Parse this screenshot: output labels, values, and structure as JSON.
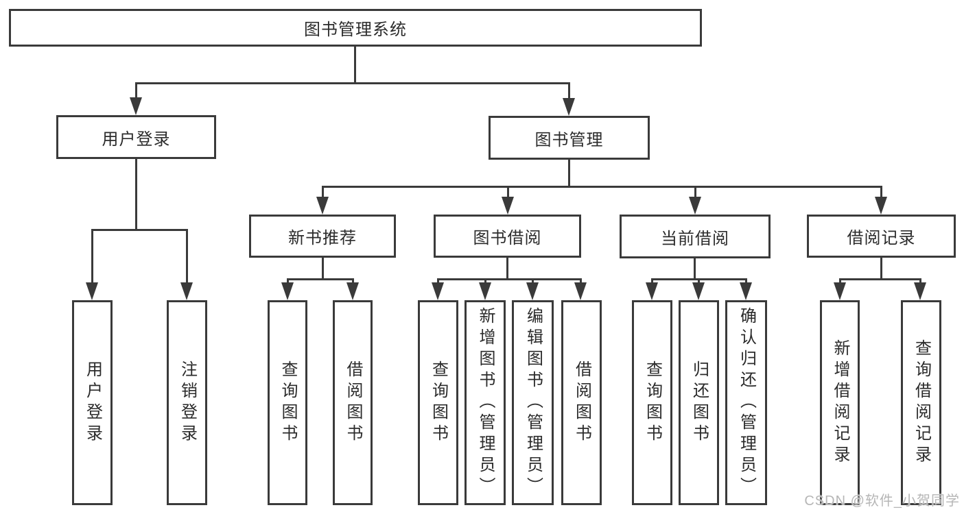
{
  "diagram": {
    "root": {
      "label": "图书管理系统"
    },
    "level2": [
      {
        "id": "user-login",
        "label": "用户登录"
      },
      {
        "id": "book-management",
        "label": "图书管理"
      }
    ],
    "level3": [
      {
        "id": "new-book-recommend",
        "label": "新书推荐"
      },
      {
        "id": "book-borrow",
        "label": "图书借阅"
      },
      {
        "id": "current-borrow",
        "label": "当前借阅"
      },
      {
        "id": "borrow-records",
        "label": "借阅记录"
      }
    ],
    "leaves": [
      {
        "id": "user-login-leaf",
        "label": "用户登录"
      },
      {
        "id": "logout-leaf",
        "label": "注销登录"
      },
      {
        "id": "recommend-query-books",
        "label": "查询图书"
      },
      {
        "id": "recommend-borrow-books",
        "label": "借阅图书"
      },
      {
        "id": "borrow-query-books",
        "label": "查询图书"
      },
      {
        "id": "borrow-add-books",
        "label": "新增图书（管理员）"
      },
      {
        "id": "borrow-edit-books",
        "label": "编辑图书（管理员）"
      },
      {
        "id": "borrow-borrow-books",
        "label": "借阅图书"
      },
      {
        "id": "current-query-books",
        "label": "查询图书"
      },
      {
        "id": "current-return-books",
        "label": "归还图书"
      },
      {
        "id": "current-confirm-return",
        "label": "确认归还（管理员）"
      },
      {
        "id": "records-add-record",
        "label": "新增借阅记录"
      },
      {
        "id": "records-query-record",
        "label": "查询借阅记录"
      }
    ]
  },
  "watermark": {
    "text": "CSDN @软件_小贺同学"
  },
  "colors": {
    "line": "#3a3a3a",
    "text": "#2b2b2b",
    "watermark": "#b6b6b6"
  }
}
